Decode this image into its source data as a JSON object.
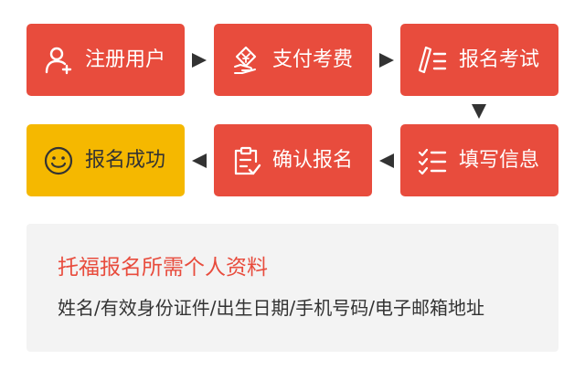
{
  "colors": {
    "step_red": "#e84c3d",
    "step_yellow": "#f5b800",
    "arrow": "#333333",
    "panel_bg": "#f3f3f3",
    "title_red": "#e84c3d",
    "body_text": "#333333"
  },
  "steps": [
    {
      "label": "注册用户",
      "icon": "user-add-icon",
      "color": "#e84c3d"
    },
    {
      "label": "支付考费",
      "icon": "payment-hand-icon",
      "color": "#e84c3d"
    },
    {
      "label": "报名考试",
      "icon": "pen-list-icon",
      "color": "#e84c3d"
    },
    {
      "label": "填写信息",
      "icon": "checklist-icon",
      "color": "#e84c3d"
    },
    {
      "label": "确认报名",
      "icon": "clipboard-check-icon",
      "color": "#e84c3d"
    },
    {
      "label": "报名成功",
      "icon": "smiley-icon",
      "color": "#f5b800"
    }
  ],
  "info": {
    "title": "托福报名所需个人资料",
    "body": "姓名/有效身份证件/出生日期/手机号码/电子邮箱地址"
  }
}
